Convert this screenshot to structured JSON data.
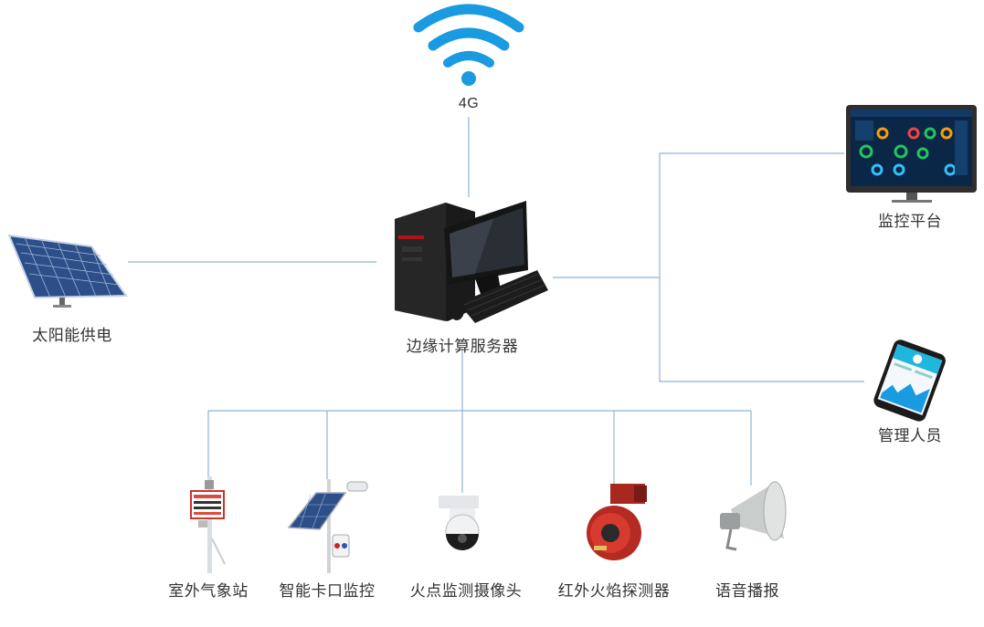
{
  "colors": {
    "connector": "#8fb5d6",
    "wifi": "#1a9ae0",
    "label": "#333333"
  },
  "nodes": {
    "network": {
      "label": "4G",
      "icon": "wifi-icon"
    },
    "solar": {
      "label": "太阳能供电",
      "icon": "solar-panel-icon"
    },
    "server": {
      "label": "边缘计算服务器",
      "icon": "desktop-computer-icon"
    },
    "platform": {
      "label": "监控平台",
      "icon": "monitor-dashboard-icon"
    },
    "manager": {
      "label": "管理人员",
      "icon": "smartphone-icon"
    }
  },
  "devices": [
    {
      "label": "室外气象站",
      "icon": "weather-station-icon"
    },
    {
      "label": "智能卡口监控",
      "icon": "checkpoint-camera-icon"
    },
    {
      "label": "火点监测摄像头",
      "icon": "dome-camera-icon"
    },
    {
      "label": "红外火焰探测器",
      "icon": "flame-detector-icon"
    },
    {
      "label": "语音播报",
      "icon": "horn-speaker-icon"
    }
  ]
}
